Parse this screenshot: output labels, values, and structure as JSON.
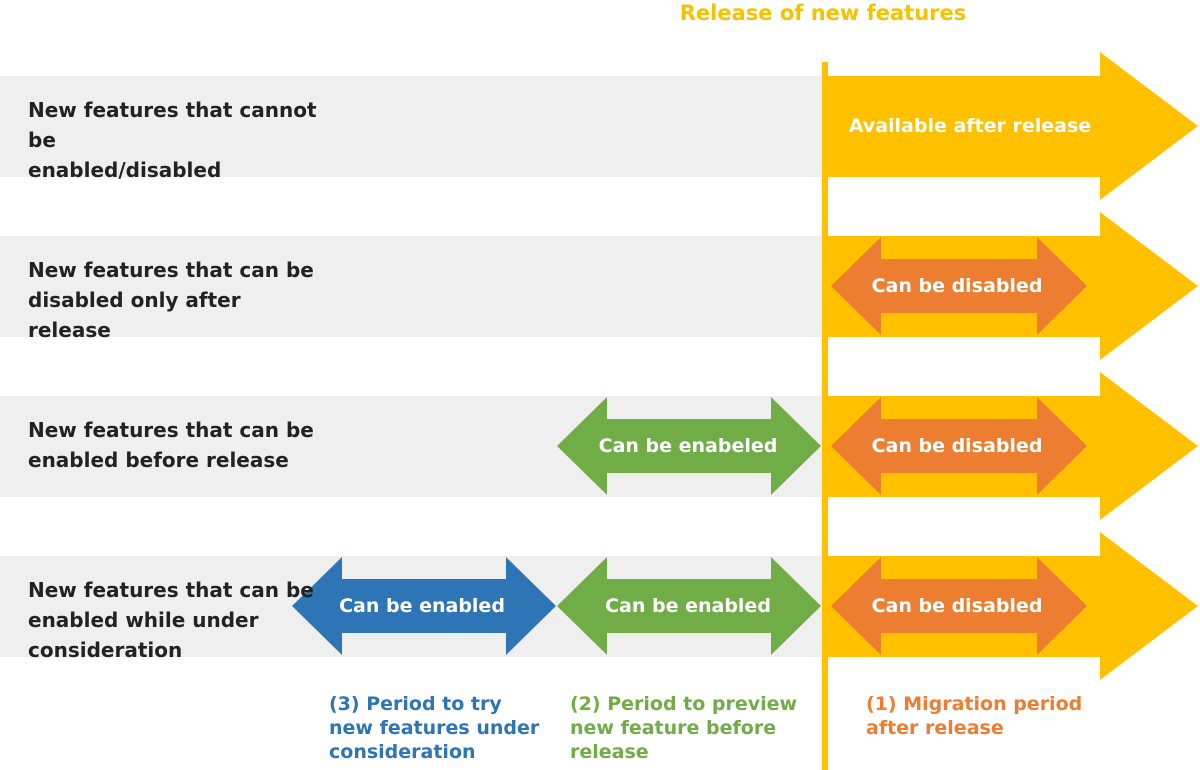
{
  "release_title": "Release of new features",
  "rows": [
    {
      "label": "New features that cannot be\nenabled/disabled"
    },
    {
      "label": "New features that can be\ndisabled only after release"
    },
    {
      "label": "New features that can be\nenabled before release"
    },
    {
      "label": "New features that can be\n enabled while under\nconsideration"
    }
  ],
  "arrows": {
    "available": "Available after release",
    "disable_row2": "Can be disabled",
    "disable_row3": "Can be disabled",
    "disable_row4": "Can be disabled",
    "enabeled_row3": "Can be enabeled",
    "enabled_green_row4": "Can be enabled",
    "enabled_blue_row4": "Can be enabled"
  },
  "periods": {
    "migration": "(1) Migration period\nafter release",
    "preview": "(2) Period to preview\nnew feature before\nrelease",
    "try": "(3) Period to try\n new features under\nconsideration"
  },
  "colors": {
    "row_background": "#efefef",
    "release_yellow": "#ffc000",
    "orange": "#ed7d31",
    "green": "#70ad47",
    "blue": "#2e75b6",
    "label_text": "#222222"
  }
}
